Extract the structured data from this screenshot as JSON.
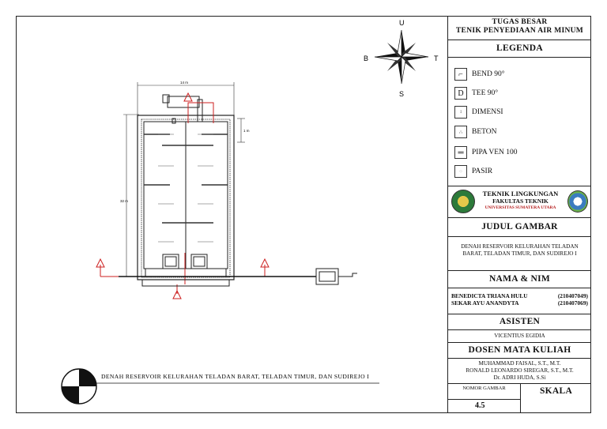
{
  "compass": {
    "north": "U",
    "south": "S",
    "east": "T",
    "west": "B"
  },
  "titleblock": {
    "course_line1": "TUGAS BESAR",
    "course_line2": "TENIK PENYEDIAAN AIR MINUM",
    "legend_title": "LEGENDA",
    "legend": [
      {
        "icon": "bend-90-icon",
        "label": "BEND 90°"
      },
      {
        "icon": "tee-90-icon",
        "label": "TEE 90°"
      },
      {
        "icon": "dimension-icon",
        "label": "DIMENSI"
      },
      {
        "icon": "concrete-icon",
        "label": "BETON"
      },
      {
        "icon": "vent-pipe-icon",
        "label": "PIPA VEN 100"
      },
      {
        "icon": "sand-icon",
        "label": "PASIR"
      }
    ],
    "faculty_line1": "TEKNIK LINGKUNGAN",
    "faculty_line2": "FAKULTAS TEKNIK",
    "faculty_line3": "UNIVERSITAS SUMATERA UTARA",
    "judul_title": "JUDUL GAMBAR",
    "judul_text": "DENAH RESERVOIR KELURAHAN TELADAN BARAT, TELADAN TIMUR, DAN SUDIREJO I",
    "nama_title": "NAMA & NIM",
    "students": [
      {
        "name": "BENEDICTA TRIANA HULU",
        "nim": "(210407049)"
      },
      {
        "name": "SEKAR AYU ANANDYTA",
        "nim": "(210407069)"
      }
    ],
    "asisten_title": "ASISTEN",
    "asisten_name": "VICENTIUS EGIDIA",
    "dosen_title": "DOSEN MATA KULIAH",
    "dosen": [
      "MUHAMMAD FAISAL, S.T., M.T.",
      "RONALD LEONARDO SIREGAR, S.T., M.T.",
      "Dr. ADRI HUDA, S.Si"
    ],
    "nomor_label": "NOMOR GAMBAR",
    "nomor_value": "4.5",
    "skala_label": "SKALA"
  },
  "drawing": {
    "caption": "DENAH RESERVOIR KELURAHAN TELADAN BARAT, TELADAN TIMUR, DAN SUDIREJO I",
    "dim_top": "14 m",
    "dim_side": "32 m",
    "dim_small": "1 m"
  },
  "colors": {
    "line": "#222222",
    "pipe": "#cc1f1f"
  }
}
